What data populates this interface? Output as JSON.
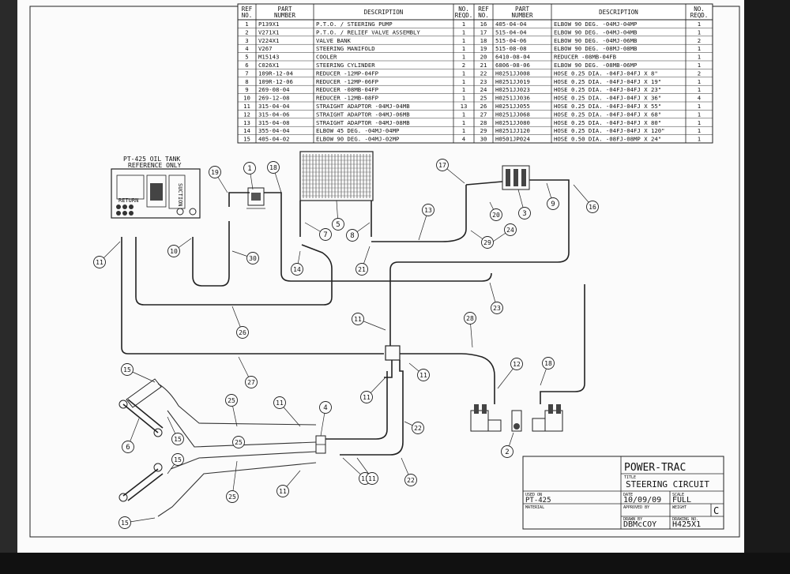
{
  "parts_table": {
    "headers": {
      "ref": [
        "REF",
        "NO."
      ],
      "part": [
        "PART",
        "NUMBER"
      ],
      "desc": "DESCRIPTION",
      "qty": [
        "NO.",
        "REQD."
      ]
    },
    "left_rows": [
      {
        "ref": "1",
        "part": "P139X1",
        "desc": "P.T.O. / STEERING PUMP",
        "qty": "1"
      },
      {
        "ref": "2",
        "part": "V271X1",
        "desc": "P.T.O. / RELIEF VALVE ASSEMBLY",
        "qty": "1"
      },
      {
        "ref": "3",
        "part": "V224X1",
        "desc": "VALVE BANK",
        "qty": "1"
      },
      {
        "ref": "4",
        "part": "V267",
        "desc": "STEERING MANIFOLD",
        "qty": "1"
      },
      {
        "ref": "5",
        "part": "M15143",
        "desc": "COOLER",
        "qty": "1"
      },
      {
        "ref": "6",
        "part": "C026X1",
        "desc": "STEERING CYLINDER",
        "qty": "2"
      },
      {
        "ref": "7",
        "part": "109R-12-04",
        "desc": "REDUCER -12MP-04FP",
        "qty": "1"
      },
      {
        "ref": "8",
        "part": "109R-12-06",
        "desc": "REDUCER -12MP-06FP",
        "qty": "1"
      },
      {
        "ref": "9",
        "part": "269-08-04",
        "desc": "REDUCER -08MB-04FP",
        "qty": "1"
      },
      {
        "ref": "10",
        "part": "269-12-08",
        "desc": "REDUCER -12MB-08FP",
        "qty": "1"
      },
      {
        "ref": "11",
        "part": "315-04-04",
        "desc": "STRAIGHT ADAPTOR -04MJ-04MB",
        "qty": "13"
      },
      {
        "ref": "12",
        "part": "315-04-06",
        "desc": "STRAIGHT ADAPTOR -04MJ-06MB",
        "qty": "1"
      },
      {
        "ref": "13",
        "part": "315-04-08",
        "desc": "STRAIGHT ADAPTOR -04MJ-08MB",
        "qty": "1"
      },
      {
        "ref": "14",
        "part": "355-04-04",
        "desc": "ELBOW 45 DEG. -04MJ-04MP",
        "qty": "1"
      },
      {
        "ref": "15",
        "part": "405-04-02",
        "desc": "ELBOW 90 DEG. -04MJ-02MP",
        "qty": "4"
      }
    ],
    "right_rows": [
      {
        "ref": "16",
        "part": "405-04-04",
        "desc": "ELBOW 90 DEG. -04MJ-04MP",
        "qty": "1"
      },
      {
        "ref": "17",
        "part": "515-04-04",
        "desc": "ELBOW 90 DEG. -04MJ-04MB",
        "qty": "1"
      },
      {
        "ref": "18",
        "part": "515-04-06",
        "desc": "ELBOW 90 DEG. -04MJ-06MB",
        "qty": "2"
      },
      {
        "ref": "19",
        "part": "515-08-08",
        "desc": "ELBOW 90 DEG. -08MJ-08MB",
        "qty": "1"
      },
      {
        "ref": "20",
        "part": "6410-08-04",
        "desc": "REDUCER -08MB-04FB",
        "qty": "1"
      },
      {
        "ref": "21",
        "part": "6806-08-06",
        "desc": "ELBOW 90 DEG. -08MB-06MP",
        "qty": "1"
      },
      {
        "ref": "22",
        "part": "H0251JJ008",
        "desc": "HOSE 0.25 DIA. -04FJ-04FJ X 8\"",
        "qty": "2"
      },
      {
        "ref": "23",
        "part": "H0251JJ019",
        "desc": "HOSE 0.25 DIA. -04FJ-04FJ X 19\"",
        "qty": "1"
      },
      {
        "ref": "24",
        "part": "H0251JJ023",
        "desc": "HOSE 0.25 DIA. -04FJ-04FJ X 23\"",
        "qty": "1"
      },
      {
        "ref": "25",
        "part": "H0251JJ036",
        "desc": "HOSE 0.25 DIA. -04FJ-04FJ X 36\"",
        "qty": "4"
      },
      {
        "ref": "26",
        "part": "H0251JJ055",
        "desc": "HOSE 0.25 DIA. -04FJ-04FJ X 55\"",
        "qty": "1"
      },
      {
        "ref": "27",
        "part": "H0251JJ068",
        "desc": "HOSE 0.25 DIA. -04FJ-04FJ X 68\"",
        "qty": "1"
      },
      {
        "ref": "28",
        "part": "H0251JJ080",
        "desc": "HOSE 0.25 DIA. -04FJ-04FJ X 80\"",
        "qty": "1"
      },
      {
        "ref": "29",
        "part": "H0251JJ120",
        "desc": "HOSE 0.25 DIA. -04FJ-04FJ X 120\"",
        "qty": "1"
      },
      {
        "ref": "30",
        "part": "H0501JP024",
        "desc": "HOSE 0.50 DIA. -08FJ-08MP X 24\"",
        "qty": "1"
      }
    ]
  },
  "tank": {
    "title": "PT-425 OIL TANK",
    "subtitle": "REFERENCE ONLY",
    "return_label": "RETURN",
    "suction_label": "SUCTION"
  },
  "callouts": [
    "1",
    "2",
    "3",
    "4",
    "5",
    "6",
    "7",
    "8",
    "9",
    "10",
    "11",
    "11",
    "11",
    "11",
    "11",
    "11",
    "11",
    "11",
    "12",
    "13",
    "14",
    "15",
    "15",
    "15",
    "15",
    "16",
    "17",
    "18",
    "18",
    "19",
    "20",
    "21",
    "22",
    "22",
    "23",
    "24",
    "25",
    "25",
    "25",
    "26",
    "27",
    "28",
    "29",
    "30"
  ],
  "title_block": {
    "company": "POWER-TRAC",
    "title_label": "TITLE",
    "title": "STEERING CIRCUIT",
    "used_on_label": "USED ON",
    "used_on": "PT-425",
    "material_label": "MATERIAL",
    "date_label": "DATE",
    "date": "10/09/09",
    "scale_label": "SCALE",
    "scale": "FULL",
    "approved_label": "APPROVED BY",
    "weight_label": "WEIGHT",
    "drawn_label": "DRAWN BY",
    "drawn_by": "DBMcCOY",
    "drawing_label": "DRAWING NO.",
    "drawing_no": "H425X1",
    "rev": "C"
  }
}
